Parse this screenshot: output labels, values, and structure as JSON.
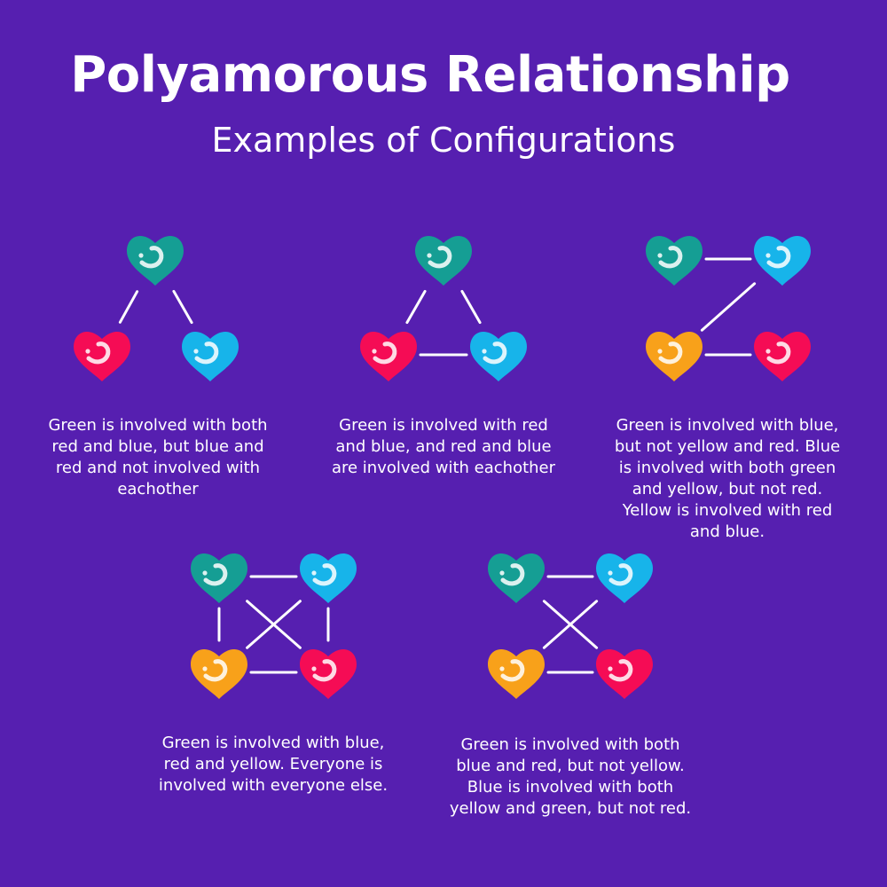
{
  "header": {
    "title": "Polyamorous Relationship",
    "subtitle": "Examples of Configurations"
  },
  "colors": {
    "background": "#561fb0",
    "green": "#159e94",
    "blue": "#17b4ea",
    "red": "#f50c55",
    "yellow": "#f8a11a",
    "line": "#ffffff"
  },
  "configurations": [
    {
      "caption": "Green is involved with both red and blue, but blue and red and not involved with eachother",
      "caption_lines": [
        "Green is involved with both",
        "red and blue, but blue and",
        "red and not involved with",
        "eachother"
      ],
      "hearts": [
        "green",
        "red",
        "blue"
      ],
      "connections": [
        [
          "green",
          "red"
        ],
        [
          "green",
          "blue"
        ]
      ]
    },
    {
      "caption": "Green is involved with red and blue, and red and blue are involved with eachother",
      "caption_lines": [
        "Green is involved with red",
        "and blue, and red and blue",
        "are involved with eachother"
      ],
      "hearts": [
        "green",
        "red",
        "blue"
      ],
      "connections": [
        [
          "green",
          "red"
        ],
        [
          "green",
          "blue"
        ],
        [
          "red",
          "blue"
        ]
      ]
    },
    {
      "caption": "Green is involved with blue, but not yellow and red. Blue is involved with both green and yellow, but not red. Yellow is involved with red and blue.",
      "caption_lines": [
        "Green is involved with blue,",
        "but not yellow and red. Blue",
        "is involved with both green",
        "and yellow, but not red.",
        "Yellow is involved with red",
        "and blue."
      ],
      "hearts": [
        "green",
        "blue",
        "yellow",
        "red"
      ],
      "connections": [
        [
          "green",
          "blue"
        ],
        [
          "blue",
          "yellow"
        ],
        [
          "yellow",
          "red"
        ]
      ]
    },
    {
      "caption": "Green is involved with blue, red and yellow. Everyone is involved with everyone else.",
      "caption_lines": [
        "Green is involved with blue,",
        "red and yellow. Everyone is",
        "involved with everyone else."
      ],
      "hearts": [
        "green",
        "blue",
        "yellow",
        "red"
      ],
      "connections": [
        [
          "green",
          "blue"
        ],
        [
          "green",
          "yellow"
        ],
        [
          "green",
          "red"
        ],
        [
          "blue",
          "yellow"
        ],
        [
          "blue",
          "red"
        ],
        [
          "yellow",
          "red"
        ]
      ]
    },
    {
      "caption": "Green is involved with both blue and red, but not yellow. Blue is involved with both yellow and green, but not red.",
      "caption_lines": [
        "Green is involved with both",
        "blue and red, but not yellow.",
        "Blue is involved with both",
        "yellow and green, but not red."
      ],
      "hearts": [
        "green",
        "blue",
        "yellow",
        "red"
      ],
      "connections": [
        [
          "green",
          "blue"
        ],
        [
          "green",
          "red"
        ],
        [
          "blue",
          "yellow"
        ],
        [
          "yellow",
          "red"
        ]
      ]
    }
  ]
}
